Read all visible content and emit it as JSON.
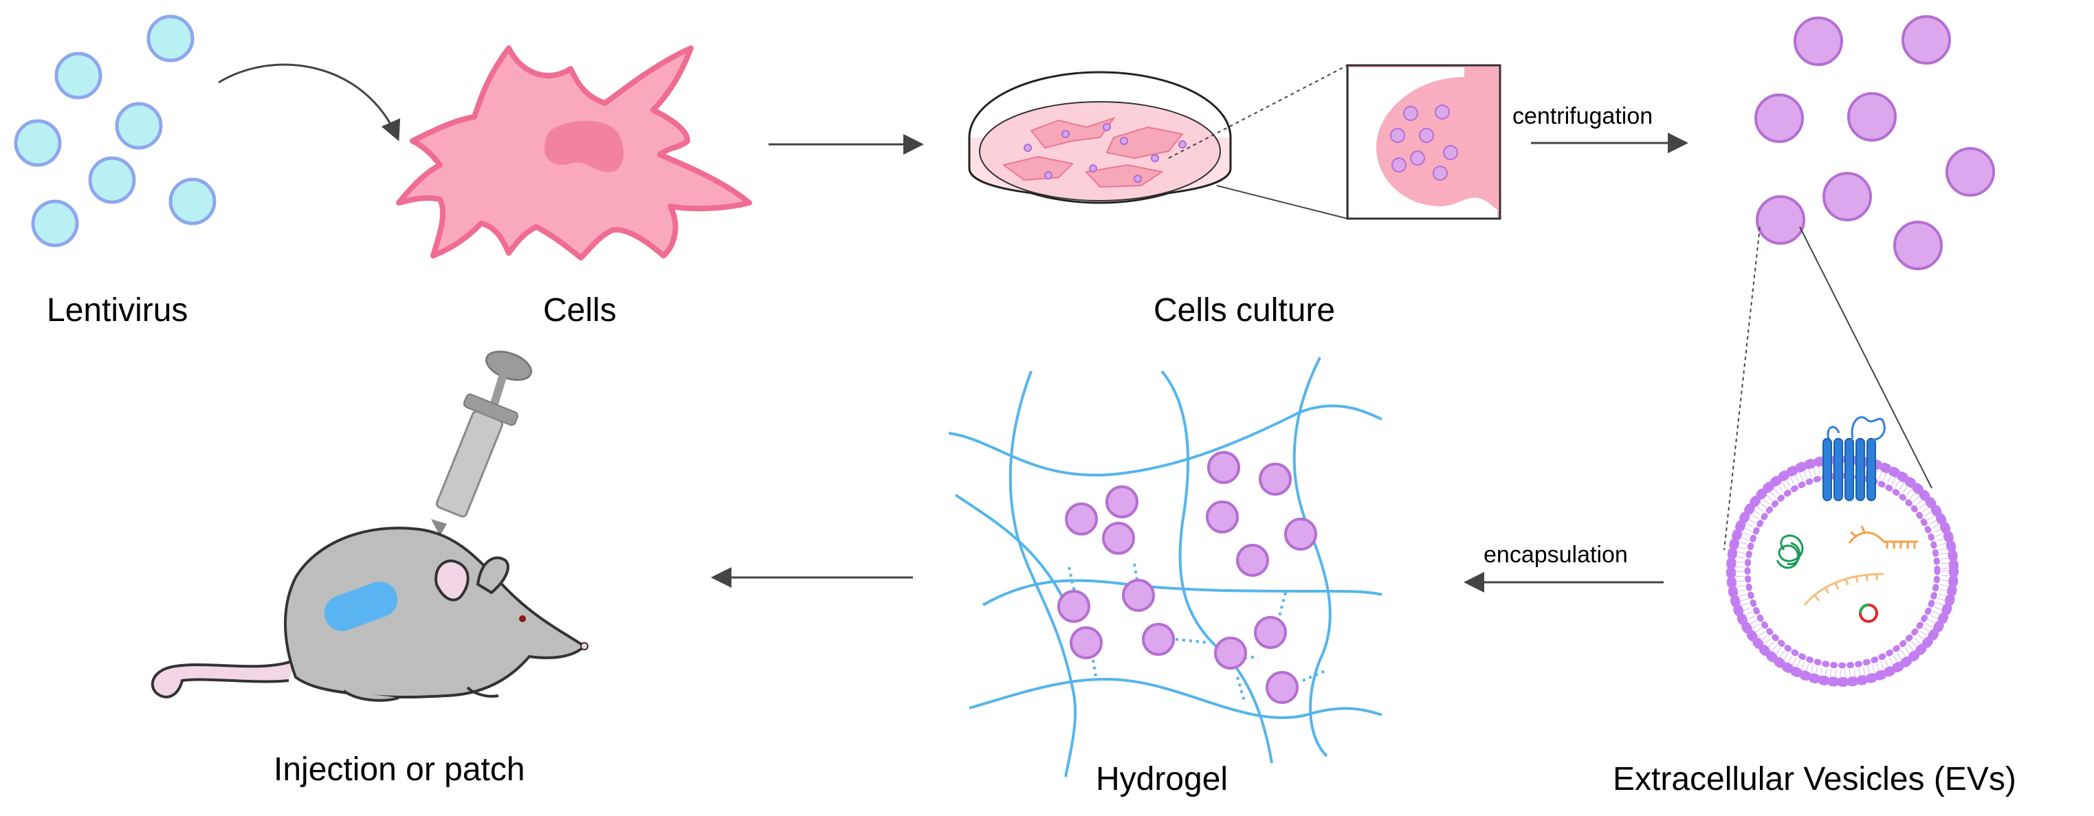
{
  "steps": {
    "lentivirus": "Lentivirus",
    "cells": "Cells",
    "culture": "Cells culture",
    "evs": "Extracellular Vesicles (EVs)",
    "hydrogel": "Hydrogel",
    "injection": "Injection or patch"
  },
  "arrows": {
    "centrifugation": "centrifugation",
    "encapsulation": "encapsulation"
  },
  "colors": {
    "virus_fill": "#b9f0f3",
    "virus_stroke": "#8fa6ef",
    "cell_fill": "#f9a9bb",
    "cell_stroke": "#ef6c93",
    "ev_fill": "#dca7ec",
    "ev_stroke": "#b46fd1",
    "hydrogel_blue": "#55b5ea",
    "mouse_grey": "#bdbdbd",
    "patch_blue": "#5ab4f2",
    "membrane_purple": "#c27ef0",
    "arrow": "#444444"
  }
}
